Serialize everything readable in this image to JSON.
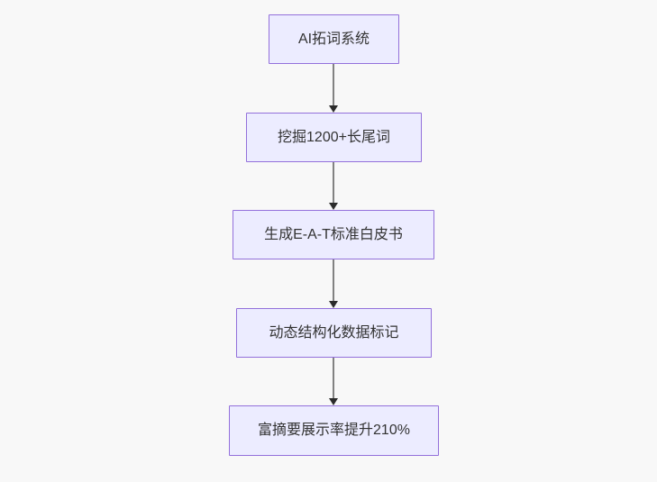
{
  "diagram": {
    "type": "flowchart-top-down",
    "colors": {
      "background": "#f8f8f8",
      "node_fill": "#ececff",
      "node_border": "#9370db",
      "edge_line": "#828282",
      "arrowhead": "#2b2b2b",
      "text": "#333333"
    },
    "nodes": [
      {
        "label": "AI拓词系统"
      },
      {
        "label": "挖掘1200+长尾词"
      },
      {
        "label": "生成E-A-T标准白皮书"
      },
      {
        "label": "动态结构化数据标记"
      },
      {
        "label": "富摘要展示率提升210%"
      }
    ],
    "edges": [
      {
        "from": 0,
        "to": 1
      },
      {
        "from": 1,
        "to": 2
      },
      {
        "from": 2,
        "to": 3
      },
      {
        "from": 3,
        "to": 4
      }
    ]
  }
}
